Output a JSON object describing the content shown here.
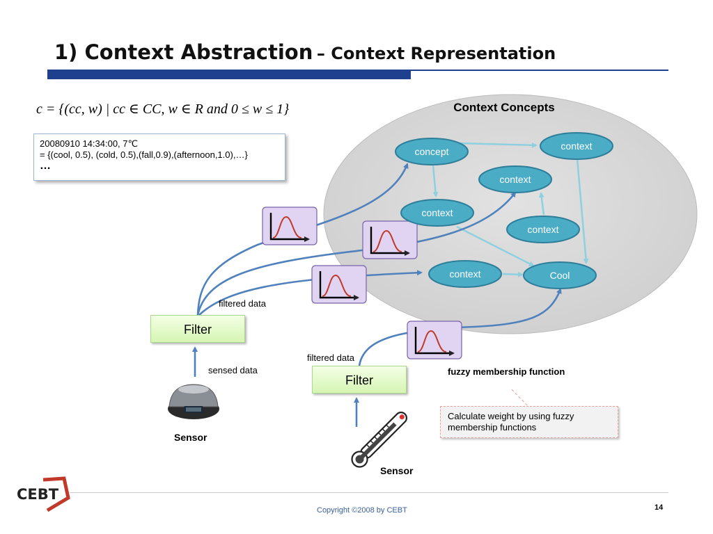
{
  "title": {
    "main": "1) Context Abstraction",
    "sub": "– Context Representation"
  },
  "formula": "c = {(cc, w) | cc ∈ CC,  w ∈ R and  0 ≤ w ≤ 1}",
  "example": {
    "line1": "20080910 14:34:00, 7℃",
    "line2": "= {(cool, 0.5), (cold, 0.5),(fall,0.9),(afternoon,1.0),…}",
    "line3": "…"
  },
  "concepts_title": "Context Concepts",
  "nodes": {
    "concept": "concept",
    "context_1": "context",
    "context_2": "context",
    "context_3": "context",
    "context_4": "context",
    "context_5": "context",
    "cool": "Cool"
  },
  "filter_1_label": "Filter",
  "filter_2_label": "Filter",
  "filtered_data_1": "filtered data",
  "filtered_data_2": "filtered data",
  "sensed_data": "sensed data",
  "sensor_1": "Sensor",
  "sensor_2": "Sensor",
  "fuzzy_label": "fuzzy membership function",
  "note": "Calculate weight by using fuzzy membership functions",
  "logo": "CEBT",
  "copyright": "Copyright ©2008 by CEBT",
  "page_number": "14",
  "colors": {
    "accent": "#1f3f8f",
    "node_fill": "#4bacc6",
    "node_border": "#2e7d99",
    "arrow_blue": "#4f81bd",
    "arrow_light": "#8fd0e0",
    "fuzzy_box": "#e0d4f2"
  }
}
